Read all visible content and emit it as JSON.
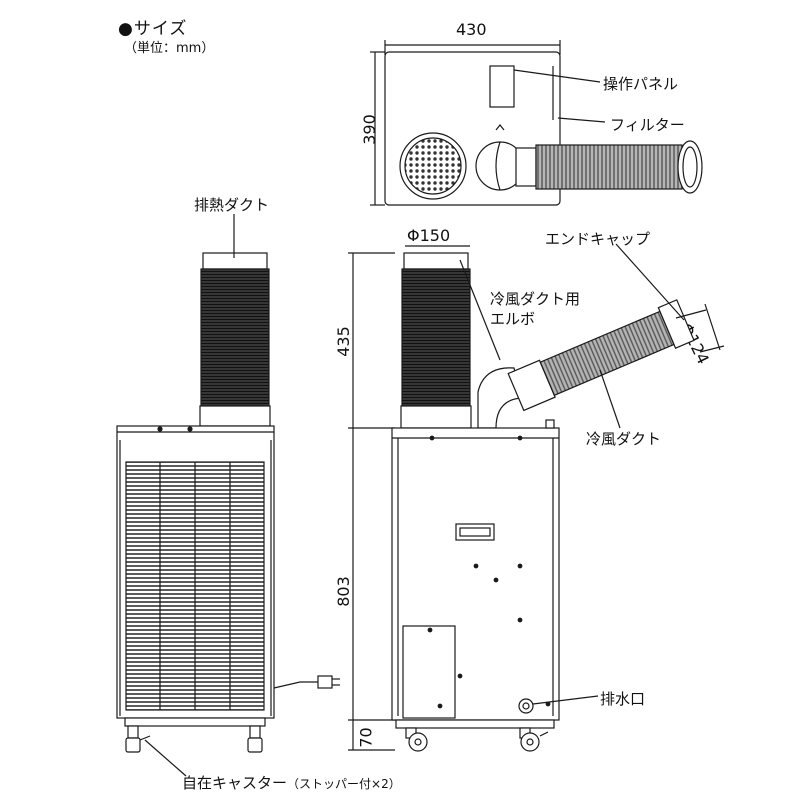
{
  "header": {
    "title": "●サイズ",
    "unit": "（単位：mm）"
  },
  "dimensions": {
    "width": "430",
    "depth": "390",
    "duct_diameter": "Φ150",
    "duct_height": "435",
    "body_height": "803",
    "caster_height": "70",
    "cold_duct_diameter": "Φ124"
  },
  "labels": {
    "control_panel": "操作パネル",
    "filter": "フィルター",
    "exhaust_duct": "排熱ダクト",
    "end_cap": "エンドキャップ",
    "elbow_line1": "冷風ダクト用",
    "elbow_line2": "エルボ",
    "cold_duct": "冷風ダクト",
    "drain": "排水口",
    "caster_main": "自在キャスター",
    "caster_note": "（ストッパー付×2）"
  },
  "colors": {
    "line": "#1a1a1a",
    "duct_fill": "#2b2b2b",
    "hose_fill": "#9a9a9a",
    "grille": "#444444"
  }
}
